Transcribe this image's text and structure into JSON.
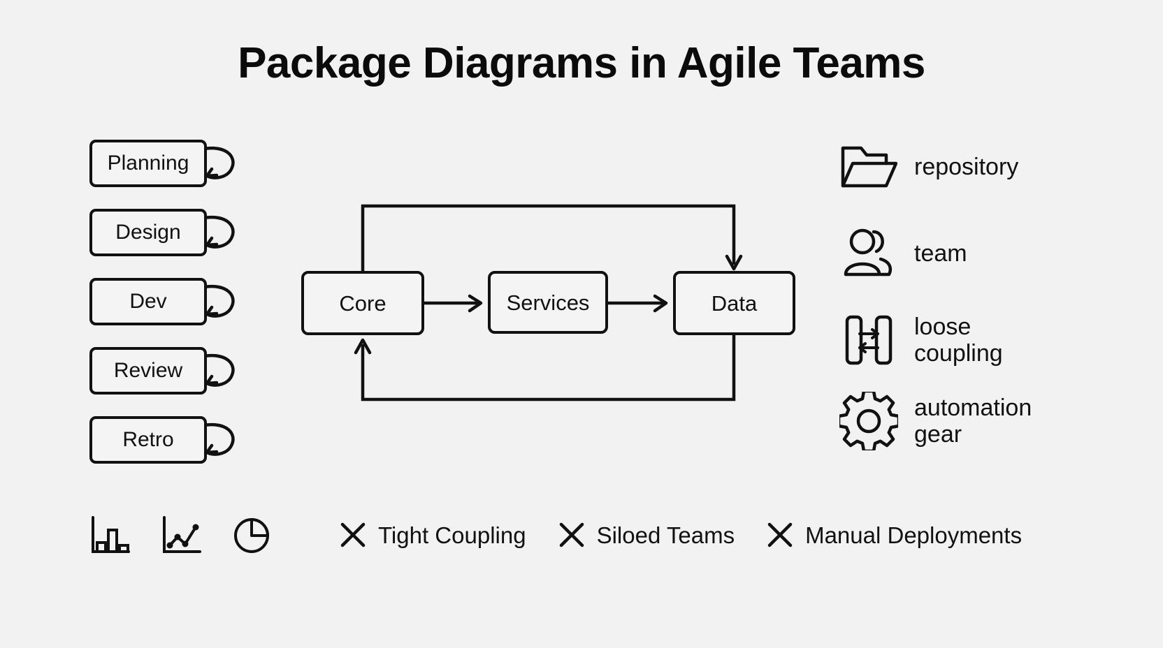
{
  "page": {
    "title": "Package Diagrams in Agile Teams",
    "background_color": "#f2f2f2",
    "ink_color": "#111111"
  },
  "lifecycle": {
    "items": [
      {
        "label": "Planning",
        "loop_icon": "self-loop-arrow-icon"
      },
      {
        "label": "Design",
        "loop_icon": "self-loop-arrow-icon"
      },
      {
        "label": "Dev",
        "loop_icon": "self-loop-arrow-icon"
      },
      {
        "label": "Review",
        "loop_icon": "self-loop-arrow-icon"
      },
      {
        "label": "Retro",
        "loop_icon": "self-loop-arrow-icon"
      }
    ]
  },
  "flow": {
    "packages": [
      {
        "id": "core",
        "label": "Core"
      },
      {
        "id": "services",
        "label": "Services"
      },
      {
        "id": "data",
        "label": "Data"
      }
    ],
    "edges": [
      {
        "from": "Core",
        "to": "Services",
        "style": "straight-arrow"
      },
      {
        "from": "Services",
        "to": "Data",
        "style": "straight-arrow"
      },
      {
        "from": "Core",
        "to": "Data",
        "style": "routed-over-top"
      },
      {
        "from": "Data",
        "to": "Core",
        "style": "routed-under-bottom"
      }
    ]
  },
  "legend": {
    "items": [
      {
        "label": "repository",
        "icon": "folder-icon"
      },
      {
        "label": "team",
        "icon": "users-icon"
      },
      {
        "label": "loose\ncoupling",
        "icon": "loose-coupling-icon"
      },
      {
        "label": "automation\ngear",
        "icon": "gear-icon"
      }
    ]
  },
  "bottom": {
    "mini_icons": [
      {
        "icon": "bar-chart-icon"
      },
      {
        "icon": "line-chart-icon"
      },
      {
        "icon": "pie-chart-icon"
      }
    ],
    "antipatterns": [
      {
        "label": "Tight Coupling",
        "icon": "x-mark-icon"
      },
      {
        "label": "Siloed Teams",
        "icon": "x-mark-icon"
      },
      {
        "label": "Manual Deployments",
        "icon": "x-mark-icon"
      }
    ]
  }
}
